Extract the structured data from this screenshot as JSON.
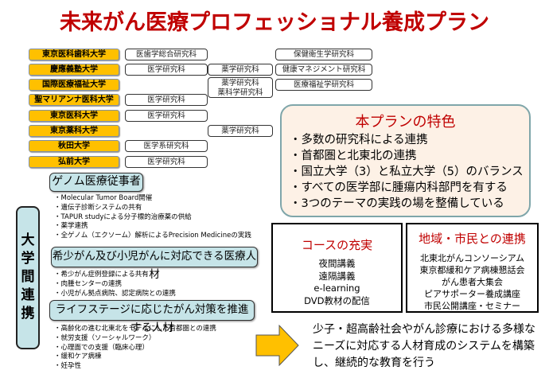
{
  "title": "未来がん医療プロフェッショナル養成プラン",
  "universities": [
    {
      "name": "東京医科歯科大学",
      "grad_col1": "医歯学総合研究科",
      "grad_col2": "",
      "grad_col3": "保健衛生学研究科"
    },
    {
      "name": "慶應義塾大学",
      "grad_col1": "医学研究科",
      "grad_col2": "薬学研究科",
      "grad_col3": "健康マネジメント研究科"
    },
    {
      "name": "国際医療福祉大学",
      "grad_col1": "",
      "grad_col2": [
        "薬学研究科",
        "薬科学研究科"
      ],
      "grad_col3": "医療福祉学研究科"
    },
    {
      "name": "聖マリアンナ医科大学",
      "grad_col1": "医学研究科",
      "grad_col2": "",
      "grad_col3": ""
    },
    {
      "name": "東京医科大学",
      "grad_col1": "医学研究科",
      "grad_col2": "",
      "grad_col3": ""
    },
    {
      "name": "東京薬科大学",
      "grad_col1": "",
      "grad_col2": "薬学研究科",
      "grad_col3": ""
    },
    {
      "name": "秋田大学",
      "grad_col1": "医学系研究科",
      "grad_col2": "",
      "grad_col3": ""
    },
    {
      "name": "弘前大学",
      "grad_col1": "医学研究科",
      "grad_col2": "",
      "grad_col3": ""
    }
  ],
  "features": {
    "title": "本プランの特色",
    "items": [
      "・多数の研究科による連携",
      "・首都圏と北東北の連携",
      "・国立大学（3）と私立大学（5）のバランス",
      "・すべての医学部に腫瘍内科部門を有する",
      "・3つのテーマの実践の場を整備している"
    ]
  },
  "collaboration_label": [
    "大",
    "学",
    "間",
    "連",
    "携"
  ],
  "themes": [
    {
      "title": "ゲノム医療従事者",
      "items": [
        "・Molecular Tumor Board開催",
        "・遺伝子診断システムの共有",
        "・TAPUR studyによる分子標的治療薬の供給",
        "・薬学連携",
        "・全ゲノム（エクソーム）解析によるPrecision Medicineの実践"
      ]
    },
    {
      "title": "希少がん及び小児がんに対応できる医療人材",
      "items": [
        "・希少がん症例登録による共有",
        "・肉腫センターの連携",
        "・小児がん拠点病院、認定病院との連携"
      ]
    },
    {
      "title": "ライフステージに応じたがん対策を推進する人材",
      "items": [
        "・高齢化の進む北東北をモデルにした首都圏との連携",
        "・就労支援（ソーシャルワーク）",
        "・心理面での支援（臨床心理）",
        "・緩和ケア病棟",
        "・妊孕性"
      ]
    }
  ],
  "course": {
    "title": "コースの充実",
    "items": [
      "夜間講義",
      "遠隔講義",
      "e-learning",
      "DVD教材の配信"
    ]
  },
  "community": {
    "title": "地域・市民との連携",
    "items": [
      "北東北がんコンソーシアム",
      "東京都緩和ケア病棟懇話会",
      "がん患者大集会",
      "ピアサポーター養成講座",
      "市民公開講座・セミナー"
    ]
  },
  "summary": "少子・超高齢社会やがん診療における多様なニーズに対応する人材育成のシステムを構築し、継続的な教育を行う",
  "colors": {
    "title_red": "#c00000",
    "university_fill": "#ffc000",
    "theme_fill": "#c6e4e8",
    "feature_fill": "#fdf1e6",
    "arrow_fill": "#ffc000"
  }
}
